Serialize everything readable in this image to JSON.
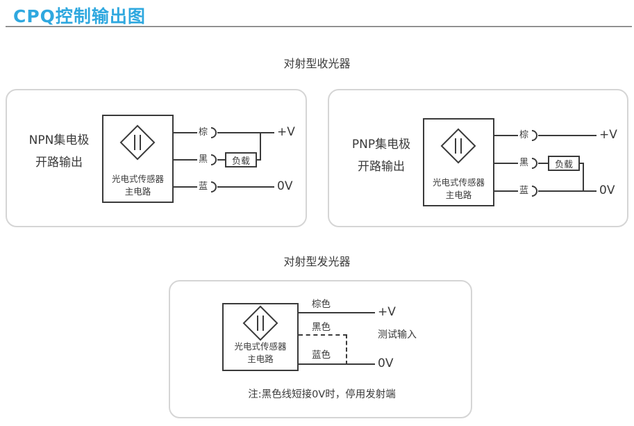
{
  "title": "CPQ控制输出图",
  "colors": {
    "accent": "#2fa8df",
    "line": "#3a3a3a",
    "panel_border": "#d5d5d5"
  },
  "receiver": {
    "heading": "对射型收光器",
    "npn": {
      "type_label_1": "NPN集电极",
      "type_label_2": "开路输出",
      "sensor_label_1": "光电式传感器",
      "sensor_label_2": "主电路",
      "wires": {
        "brown": "棕",
        "black": "黑",
        "blue": "蓝"
      },
      "load_label": "负载",
      "v_plus": "+V",
      "v_zero": "0V"
    },
    "pnp": {
      "type_label_1": "PNP集电极",
      "type_label_2": "开路输出",
      "sensor_label_1": "光电式传感器",
      "sensor_label_2": "主电路",
      "wires": {
        "brown": "棕",
        "black": "黑",
        "blue": "蓝"
      },
      "load_label": "负载",
      "v_plus": "+V",
      "v_zero": "0V"
    }
  },
  "emitter": {
    "heading": "对射型发光器",
    "sensor_label_1": "光电式传感器",
    "sensor_label_2": "主电路",
    "wires": {
      "brown": "棕色",
      "black": "黑色",
      "blue": "蓝色"
    },
    "v_plus": "+V",
    "test_input": "测试输入",
    "v_zero": "0V",
    "note": "注:黑色线短接0V时，停用发射端"
  }
}
